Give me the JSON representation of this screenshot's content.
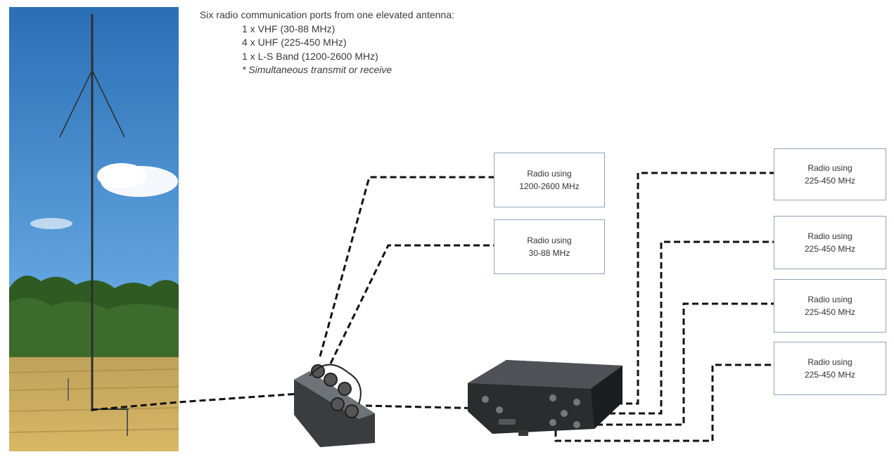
{
  "header": {
    "title": "Six radio communication ports from one elevated antenna:",
    "lines": [
      "1 x VHF (30-88 MHz)",
      "4 x UHF (225-450 MHz)",
      "1 x L-S Band (1200-2600 MHz)"
    ],
    "note": "* Simultaneous transmit or receive"
  },
  "radios_left": [
    {
      "line1": "Radio using",
      "line2": "1200-2600 MHz"
    },
    {
      "line1": "Radio using",
      "line2": "30-88 MHz"
    }
  ],
  "radios_right": [
    {
      "line1": "Radio using",
      "line2": "225-450 MHz"
    },
    {
      "line1": "Radio using",
      "line2": "225-450 MHz"
    },
    {
      "line1": "Radio using",
      "line2": "225-450 MHz"
    },
    {
      "line1": "Radio using",
      "line2": "225-450 MHz"
    }
  ],
  "colors": {
    "sky": "#3e86c9",
    "grass": "#c9a24a",
    "trees": "#2f5a22",
    "box_border": "#8fa3b8",
    "cable": "#111111"
  }
}
